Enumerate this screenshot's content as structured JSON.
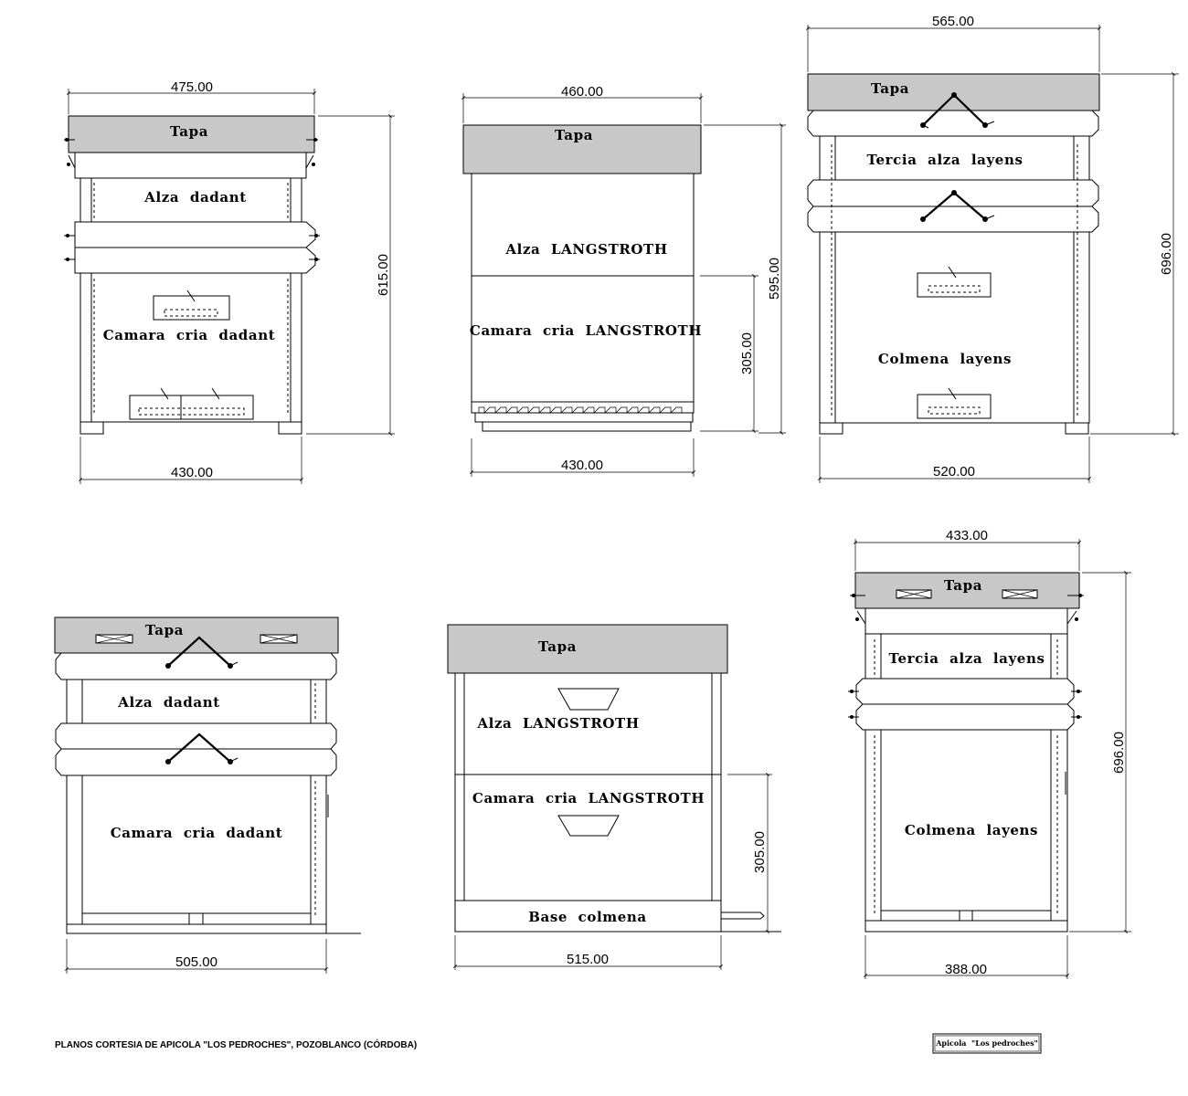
{
  "colors": {
    "lid": "#c8c8c8",
    "ink": "#000000",
    "paper": "#ffffff"
  },
  "hives": [
    {
      "id": "dadant-front",
      "tapa": "Tapa",
      "super": "Alza  dadant",
      "brood": "Camara  cria  dadant",
      "dim_top": "475.00",
      "dim_bottom": "430.00",
      "dim_height": "615.00"
    },
    {
      "id": "langstroth-front",
      "tapa": "Tapa",
      "super": "Alza  LANGSTROTH",
      "brood": "Camara  cria  LANGSTROTH",
      "dim_top": "460.00",
      "dim_bottom": "430.00",
      "dim_height": "595.00",
      "dim_brood": "305.00"
    },
    {
      "id": "layens-front",
      "tapa": "Tapa",
      "super": "Tercia  alza  layens",
      "brood": "Colmena  layens",
      "dim_top": "565.00",
      "dim_bottom": "520.00",
      "dim_height": "696.00"
    },
    {
      "id": "dadant-side",
      "tapa": "Tapa",
      "super": "Alza  dadant",
      "brood": "Camara  cria  dadant",
      "dim_bottom": "505.00"
    },
    {
      "id": "langstroth-side",
      "tapa": "Tapa",
      "super": "Alza  LANGSTROTH",
      "brood": "Camara  cria  LANGSTROTH",
      "base": "Base  colmena",
      "dim_bottom": "515.00",
      "dim_brood": "305.00"
    },
    {
      "id": "layens-side",
      "tapa": "Tapa",
      "super": "Tercia  alza  layens",
      "brood": "Colmena  layens",
      "dim_top": "433.00",
      "dim_bottom": "388.00",
      "dim_height": "696.00"
    }
  ],
  "footer": {
    "credits": "PLANOS CORTESIA DE APICOLA \"LOS PEDROCHES\", POZOBLANCO (CÓRDOBA)",
    "stamp": "Apicola  \"Los pedroches\""
  }
}
